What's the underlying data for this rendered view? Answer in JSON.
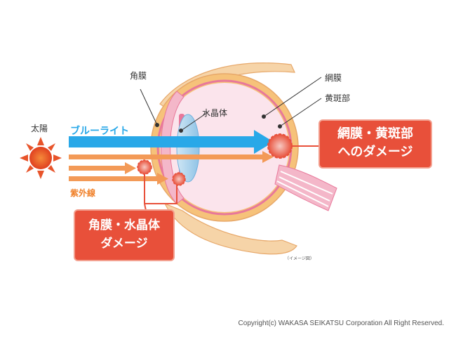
{
  "labels": {
    "sun": "太陽",
    "cornea": "角膜",
    "lens": "水晶体",
    "retina": "網膜",
    "macula": "黄斑部",
    "blue_light": "ブルーライト",
    "uv": "紫外線",
    "image_note": "（イメージ図）"
  },
  "callouts": {
    "cornea_lens_damage": [
      "角膜・水晶体",
      "ダメージ"
    ],
    "retina_macula_damage": [
      "網膜・黄斑部",
      "へのダメージ"
    ]
  },
  "footer": {
    "copyright": "Copyright(c) WAKASA SEIKATSU Corporation All Right Reserved."
  },
  "colors": {
    "blue_light": "#29a8e8",
    "uv_orange": "#f39a57",
    "damage_red": "#e8503a",
    "sun": "#e8542a",
    "eye_outer": "#f6c27a",
    "eye_inner": "#fbe4ec",
    "sclera_line": "#e8789a"
  },
  "icons": [
    "sun-icon",
    "damage-burst-icon"
  ]
}
